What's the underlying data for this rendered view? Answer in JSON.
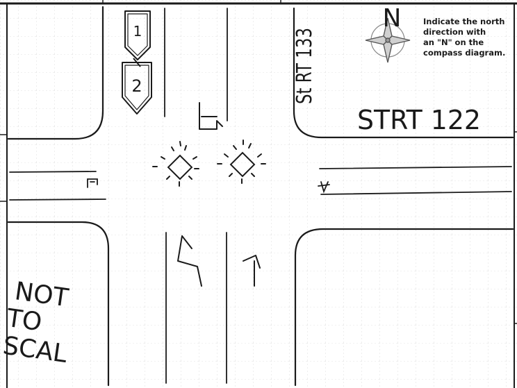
{
  "instruction": "Indicate the north\ndirection with\nan \"N\" on the\ncompass diagram.",
  "compass": {
    "north_mark": "N"
  },
  "streets": {
    "horizontal": "STRT 122",
    "vertical": "St RT 133"
  },
  "route_shields": [
    "1",
    "2"
  ],
  "scale_note": "NOT TO SCAL",
  "icons": [
    "compass-rose-icon",
    "traffic-signal-icon",
    "turn-arrow-icon",
    "route-shield-icon"
  ],
  "colors": {
    "ink": "#1a1a1a",
    "paper": "#ffffff",
    "grid": "#c8c8c8"
  }
}
